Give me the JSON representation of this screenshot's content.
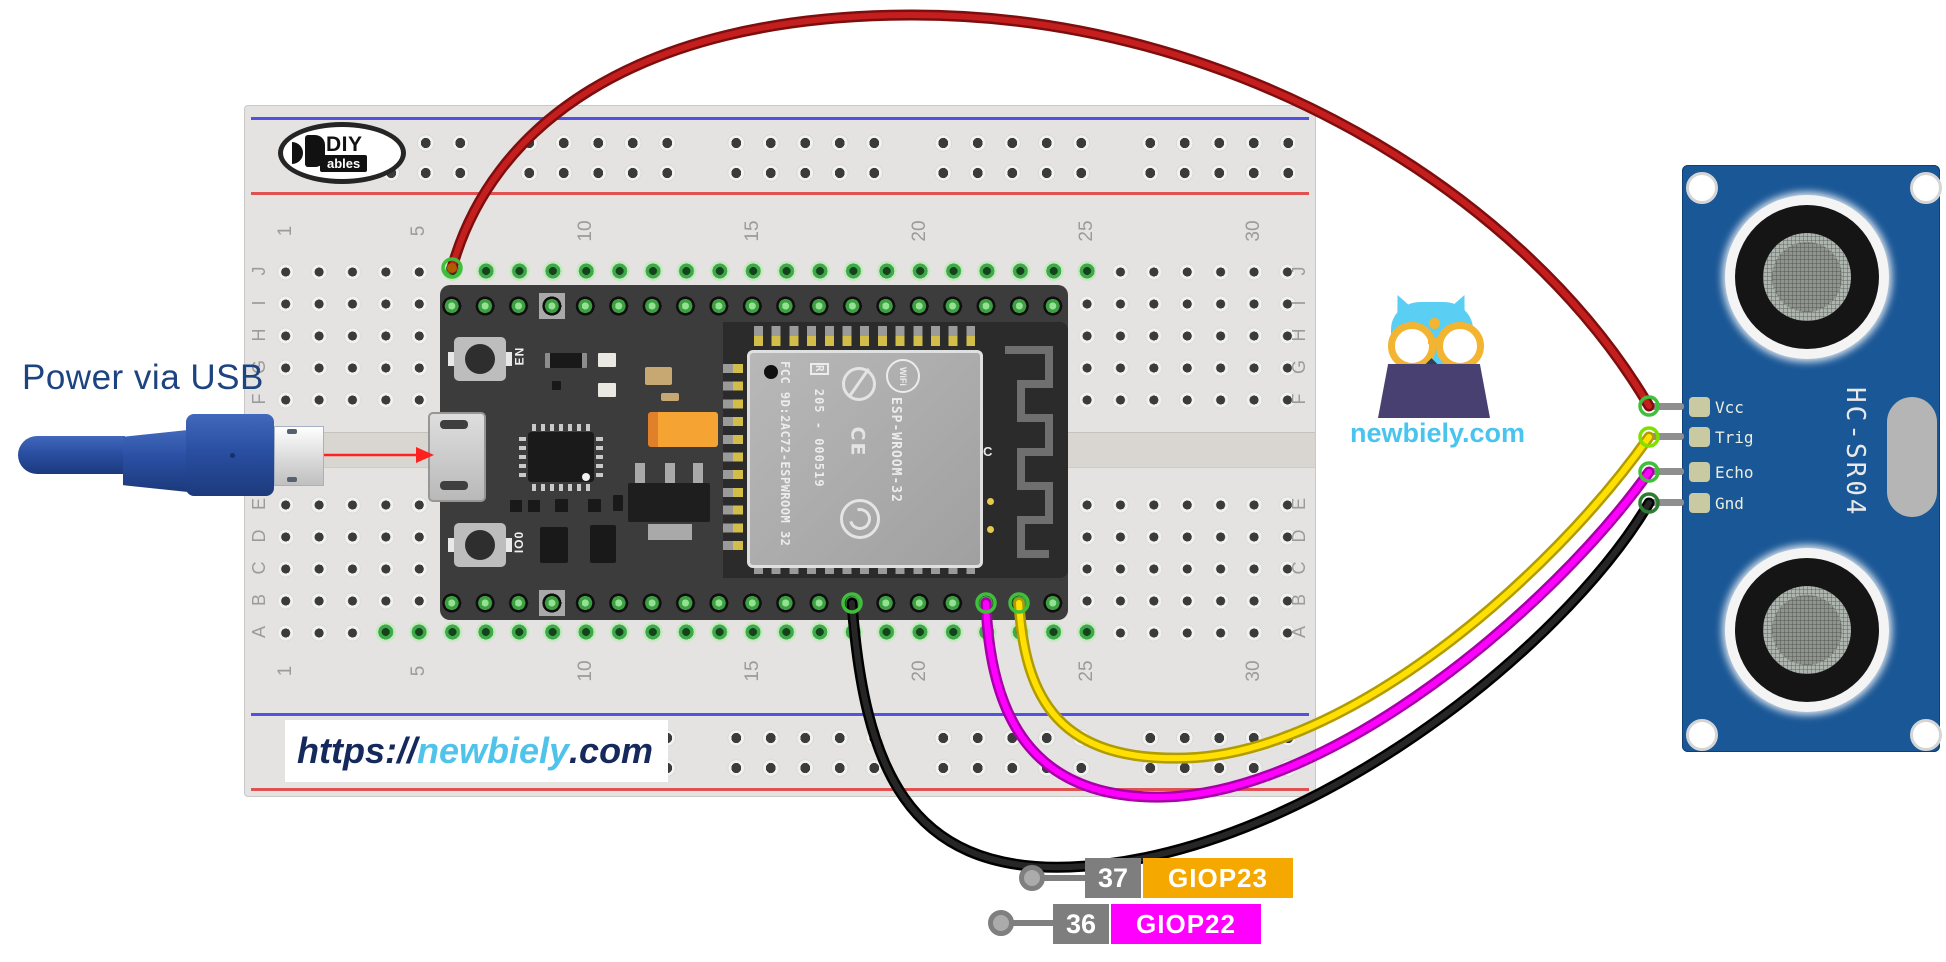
{
  "power_note": "Power via USB",
  "watermark": {
    "prefix": "https://",
    "brand": "newbiely",
    "suffix": ".com"
  },
  "diyables": {
    "name": "DIY",
    "sub": "ables"
  },
  "newbiely": {
    "text": "newbiely.com"
  },
  "breadboard": {
    "rows_top": [
      "J",
      "I",
      "H",
      "G",
      "F"
    ],
    "rows_bottom": [
      "E",
      "D",
      "C",
      "B",
      "A"
    ],
    "cols": [
      "1",
      "5",
      "10",
      "15",
      "20",
      "25",
      "30"
    ]
  },
  "esp32": {
    "en": "EN",
    "io0": "IO0",
    "fcc_line": "FCC 9D:2AC72-ESPWROOM 32",
    "reg_mark": "R",
    "serial": "205 - 000519",
    "module_name": "ESP-WROOM-32",
    "wifi": "WiFi",
    "ce": "CE",
    "antenna_label": "C"
  },
  "sensor": {
    "model": "HC-SR04",
    "board_color": "#1A5796",
    "pins": [
      {
        "label": "Vcc"
      },
      {
        "label": "Trig"
      },
      {
        "label": "Echo"
      },
      {
        "label": "Gnd"
      }
    ]
  },
  "callouts": [
    {
      "pin_number": "37",
      "gpio_label": "GIOP23",
      "color": "#F5A800"
    },
    {
      "pin_number": "36",
      "gpio_label": "GIOP22",
      "color": "#FF00FF"
    }
  ],
  "wires": [
    {
      "name": "vcc-wire",
      "color": "#C41E1E"
    },
    {
      "name": "trig-wire",
      "color": "#FFE000"
    },
    {
      "name": "echo-wire",
      "color": "#FF00FF"
    },
    {
      "name": "gnd-wire",
      "color": "#262626"
    }
  ]
}
